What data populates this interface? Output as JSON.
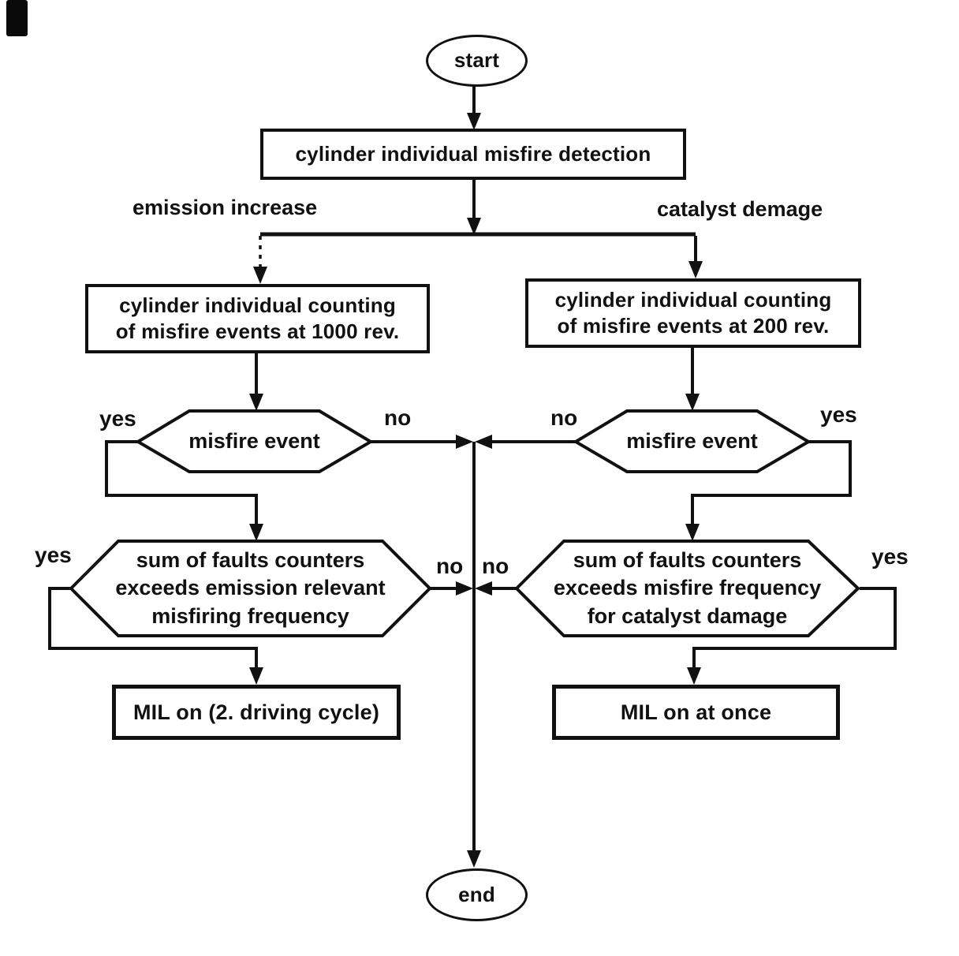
{
  "nodes": {
    "start": {
      "label": "start"
    },
    "detection": {
      "label": "cylinder individual misfire detection"
    },
    "count_left": {
      "lines": [
        "cylinder individual counting",
        "of misfire events at 1000 rev."
      ]
    },
    "count_right": {
      "lines": [
        "cylinder individual counting",
        "of misfire events at 200 rev."
      ]
    },
    "misfire_left": {
      "label": "misfire event"
    },
    "misfire_right": {
      "label": "misfire event"
    },
    "sum_left": {
      "lines": [
        "sum of faults counters",
        "exceeds emission relevant",
        "misfiring frequency"
      ]
    },
    "sum_right": {
      "lines": [
        "sum of faults counters",
        "exceeds misfire frequency",
        "for catalyst damage"
      ]
    },
    "mil_left": {
      "label": "MIL on (2. driving cycle)"
    },
    "mil_right": {
      "label": "MIL on at once"
    },
    "end": {
      "label": "end"
    }
  },
  "edge_labels": {
    "branch_left": "emission increase",
    "branch_right": "catalyst demage",
    "hex1_left_yes": "yes",
    "hex1_left_no": "no",
    "hex1_right_no": "no",
    "hex1_right_yes": "yes",
    "hex2_left_yes": "yes",
    "hex2_left_no": "no",
    "hex2_right_no": "no",
    "hex2_right_yes": "yes"
  },
  "colors": {
    "ink": "#111111",
    "background": "#ffffff"
  }
}
